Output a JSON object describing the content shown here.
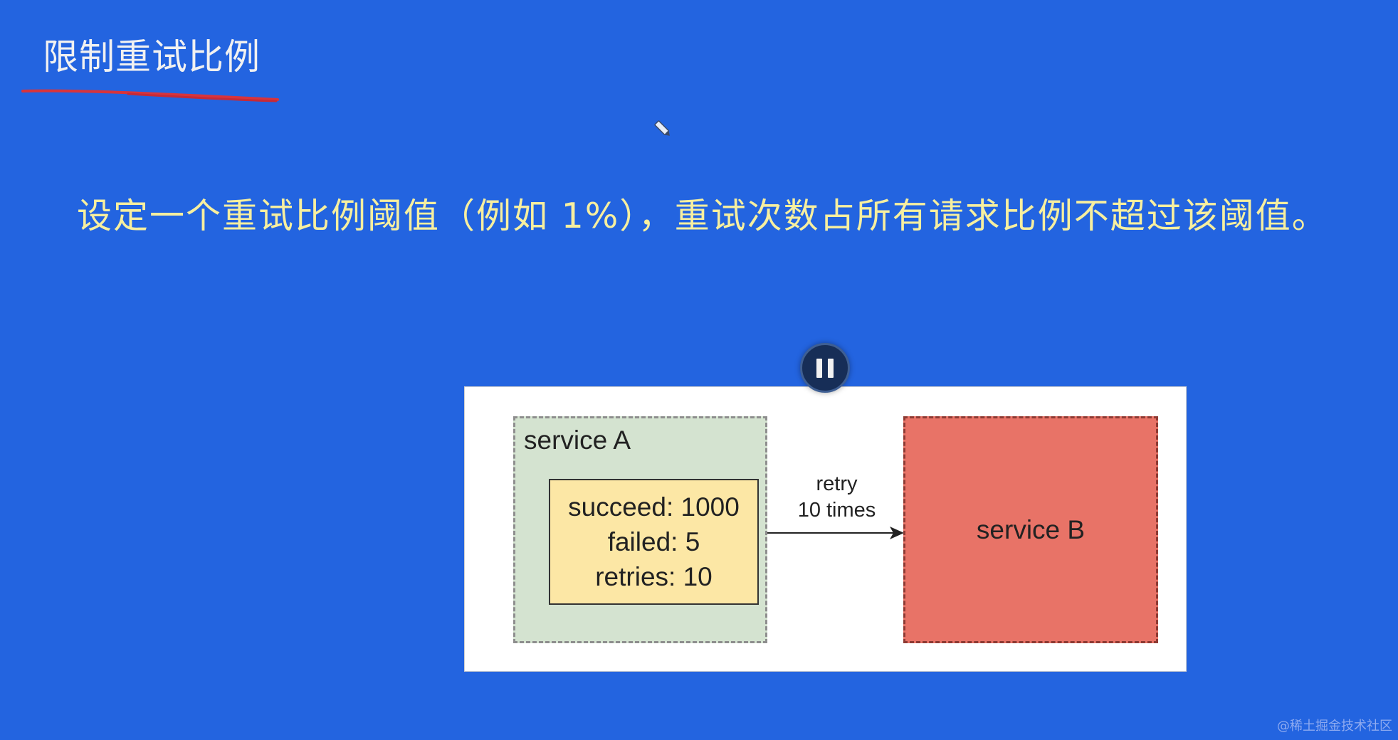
{
  "slide": {
    "title": "限制重试比例",
    "body": "设定一个重试比例阈值（例如 1%），重试次数占所有请求比例不超过该阈值。",
    "accent_color": "#2364e0",
    "body_text_color": "#f7ef9f",
    "underline_color": "#d8343c"
  },
  "player": {
    "pause_icon": "pause-icon"
  },
  "diagram": {
    "service_a": {
      "label": "service A",
      "stats": {
        "succeeded": "succeed: 1000",
        "failed": "failed: 5",
        "retries": "retries: 10"
      }
    },
    "arrow": {
      "line1": "retry",
      "line2": "10 times"
    },
    "service_b": {
      "label": "service B"
    }
  },
  "watermark": "@稀土掘金技术社区"
}
